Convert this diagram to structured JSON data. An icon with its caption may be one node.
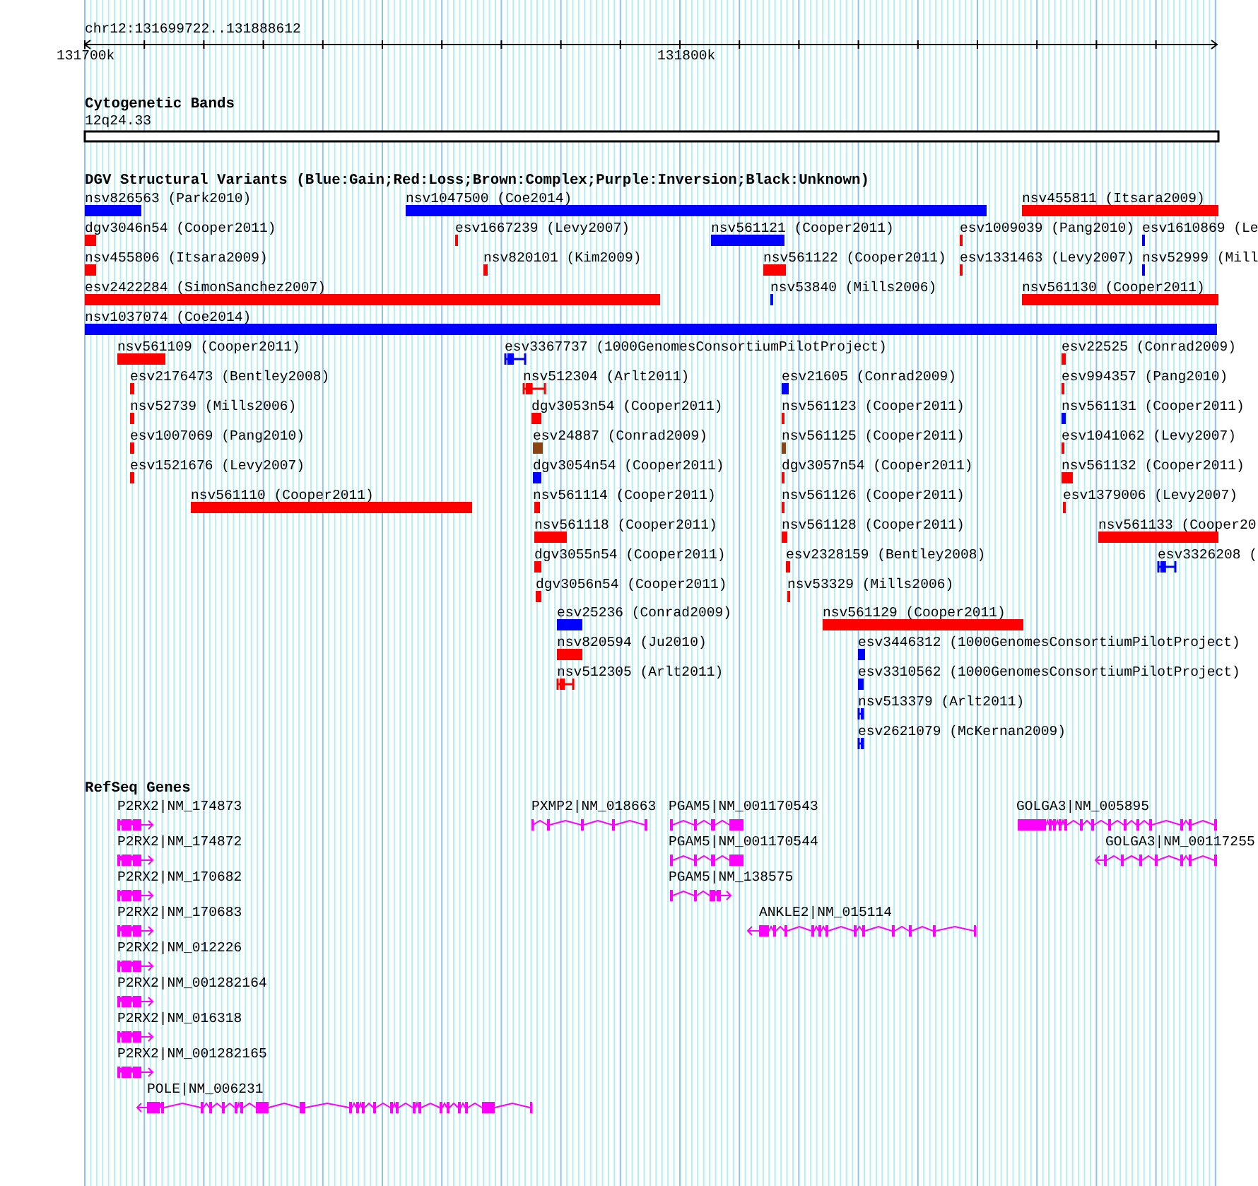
{
  "diagram": {
    "labels": [
      "chr12:131699722..131888612",
      "131700k",
      "131800k",
      "Cytogenetic Bands",
      "12q24.33",
      "DGV Structural Variants (Blue:Gain;Red:Loss;Brown:Complex;Purple:Inversion;Black:Unknown)",
      "nsv826563 (Park2010)",
      "nsv1047500 (Coe2014)",
      "nsv455811 (Itsara2009)",
      "dgv3046n54 (Cooper2011)",
      "esv1667239 (Levy2007)",
      "nsv561121 (Cooper2011)",
      "esv1009039 (Pang2010)",
      "esv1610869 (Le",
      "nsv455806 (Itsara2009)",
      "nsv820101 (Kim2009)",
      "nsv561122 (Cooper2011)",
      "esv1331463 (Levy2007)",
      "nsv52999 (Mill",
      "esv2422284 (SimonSanchez2007)",
      "nsv53840 (Mills2006)",
      "nsv561130 (Cooper2011)",
      "nsv1037074 (Coe2014)",
      "nsv561109 (Cooper2011)",
      "esv3367737 (1000GenomesConsortiumPilotProject)",
      "esv22525 (Conrad2009)",
      "esv2176473 (Bentley2008)",
      "nsv512304 (Arlt2011)",
      "esv21605 (Conrad2009)",
      "esv994357 (Pang2010)",
      "nsv52739 (Mills2006)",
      "dgv3053n54 (Cooper2011)",
      "nsv561123 (Cooper2011)",
      "nsv561131 (Cooper2011)",
      "esv1007069 (Pang2010)",
      "esv24887 (Conrad2009)",
      "nsv561125 (Cooper2011)",
      "esv1041062 (Levy2007)",
      "esv1521676 (Levy2007)",
      "dgv3054n54 (Cooper2011)",
      "dgv3057n54 (Cooper2011)",
      "nsv561132 (Cooper2011)",
      "nsv561110 (Cooper2011)",
      "nsv561114 (Cooper2011)",
      "nsv561126 (Cooper2011)",
      "esv1379006 (Levy2007)",
      "nsv561118 (Cooper2011)",
      "nsv561128 (Cooper2011)",
      "nsv561133 (Cooper20",
      "dgv3055n54 (Cooper2011)",
      "esv2328159 (Bentley2008)",
      "esv3326208 (",
      "dgv3056n54 (Cooper2011)",
      "nsv53329 (Mills2006)",
      "esv25236 (Conrad2009)",
      "nsv561129 (Cooper2011)",
      "nsv820594 (Ju2010)",
      "esv3446312 (1000GenomesConsortiumPilotProject)",
      "nsv512305 (Arlt2011)",
      "esv3310562 (1000GenomesConsortiumPilotProject)",
      "nsv513379 (Arlt2011)",
      "esv2621079 (McKernan2009)",
      "RefSeq Genes",
      "P2RX2|NM_174873",
      "PXMP2|NM_018663",
      "PGAM5|NM_001170543",
      "GOLGA3|NM_005895",
      "P2RX2|NM_174872",
      "PGAM5|NM_001170544",
      "GOLGA3|NM_00117255",
      "P2RX2|NM_170682",
      "PGAM5|NM_138575",
      "P2RX2|NM_170683",
      "ANKLE2|NM_015114",
      "P2RX2|NM_012226",
      "P2RX2|NM_001282164",
      "P2RX2|NM_016318",
      "P2RX2|NM_001282165",
      "POLE|NM_006231"
    ]
  }
}
